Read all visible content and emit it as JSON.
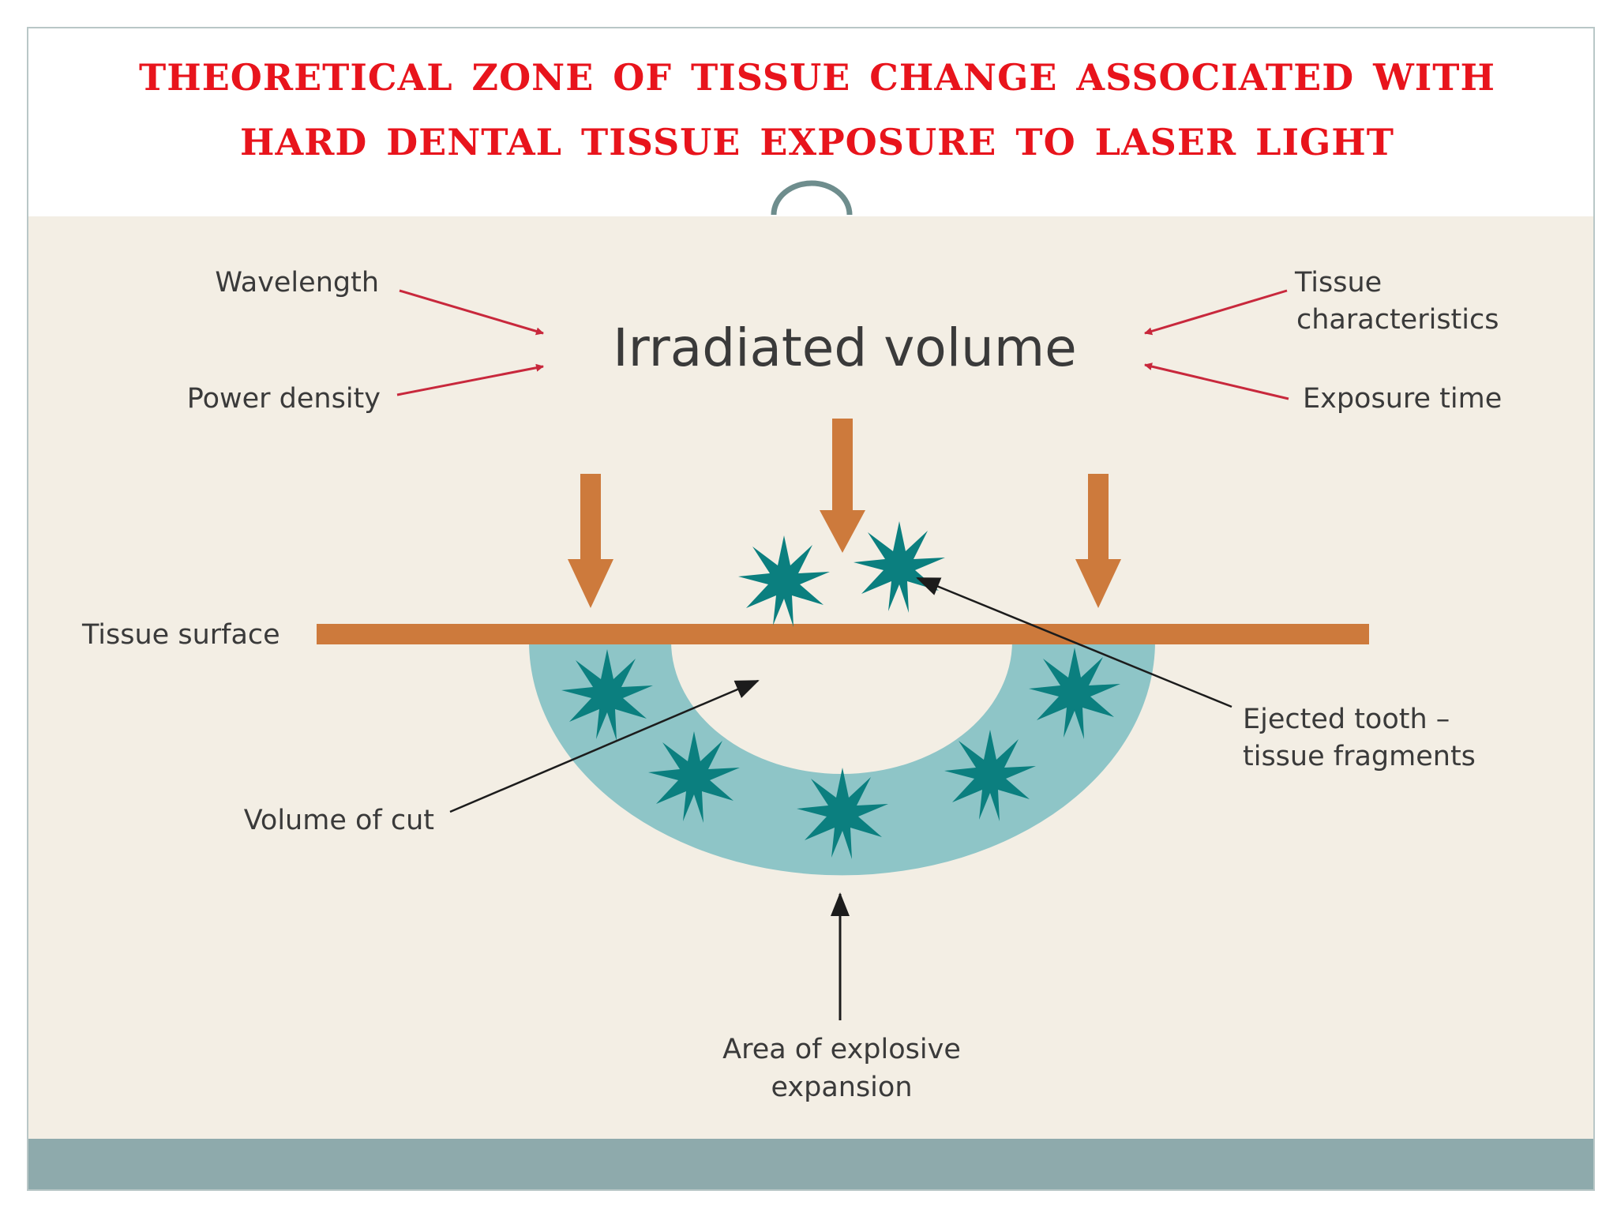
{
  "slide": {
    "title_line_1": "Theoretical zone of tissue  change associated with",
    "title_line_2": "hard dental tissue exposure to laser light"
  },
  "diagram": {
    "center_label": "Irradiated volume",
    "factors": {
      "wavelength": "Wavelength",
      "power_density": "Power density",
      "tissue_characteristics_1": "Tissue",
      "tissue_characteristics_2": "characteristics",
      "exposure_time": "Exposure time"
    },
    "tissue_surface": "Tissue surface",
    "volume_of_cut": "Volume of cut",
    "ejected_1": "Ejected tooth –",
    "ejected_2": "tissue fragments",
    "explosive_1": "Area of explosive",
    "explosive_2": "expansion"
  },
  "colors": {
    "title": "#e8141c",
    "laser_arrow": "#cd7a3c",
    "zone": "#8ec5c7",
    "fragment": "#0b7f7f",
    "factor_arrow": "#c8283c",
    "background": "#f3eee4",
    "footer": "#8eaaac"
  }
}
